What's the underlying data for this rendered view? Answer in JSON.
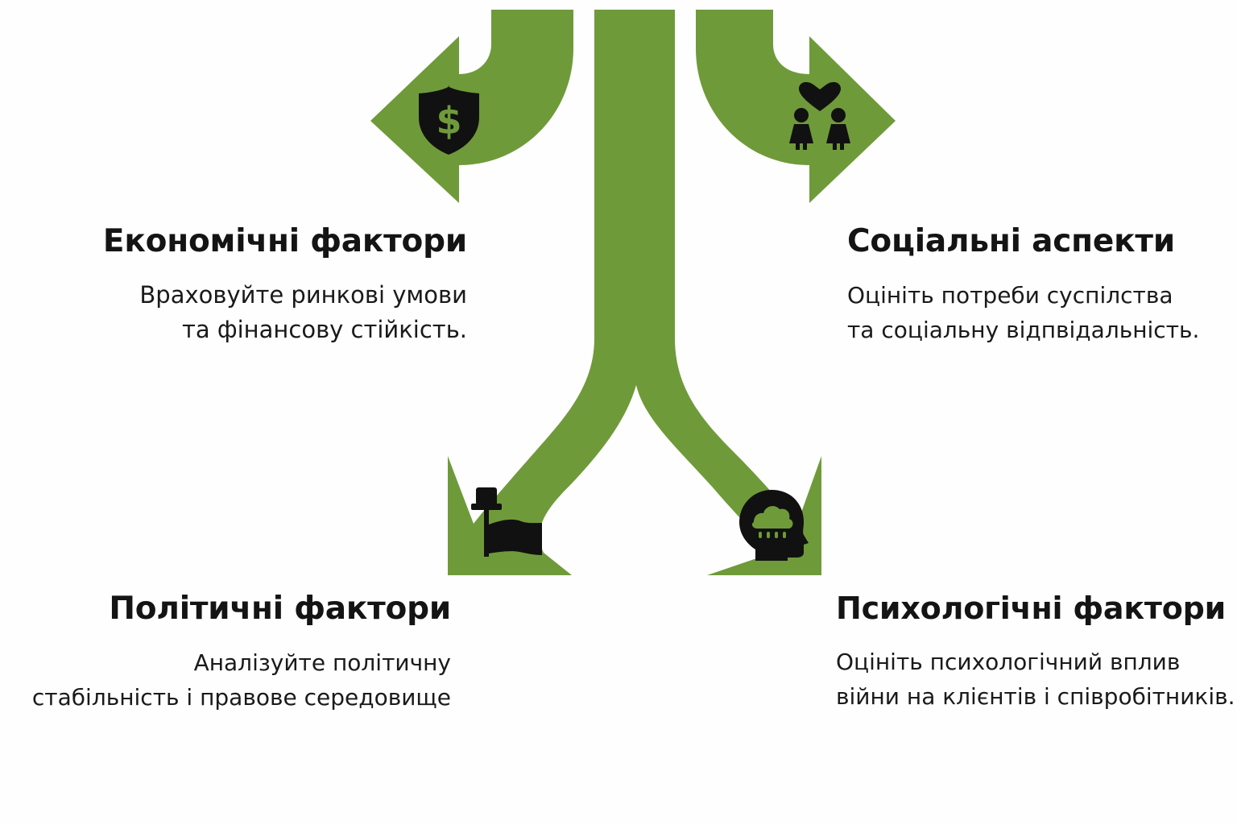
{
  "colors": {
    "arrow": "#6f9a3a",
    "icon": "#111111",
    "text": "#141414",
    "background": "#fefefe"
  },
  "branches": [
    {
      "id": "economic",
      "title": "Економічні фактори",
      "lines": [
        "Враховуйте ринкові умови",
        "та фінансову стійкість."
      ],
      "icon": "shield-dollar-icon"
    },
    {
      "id": "social",
      "title": "Соціальні аспекти",
      "lines": [
        "Оцініть потреби суспілства",
        "та соціальну відпвідальність."
      ],
      "icon": "people-heart-icon"
    },
    {
      "id": "political",
      "title": "Політичні фактори",
      "lines": [
        "Аналізуйте політичну",
        "стабільність і правове середовище"
      ],
      "icon": "top-hat-flag-icon"
    },
    {
      "id": "psychological",
      "title": "Психологічні фактори",
      "lines": [
        "Оцініть психологічний вплив",
        "війни на клієнтів і співробітників."
      ],
      "icon": "head-raincloud-icon"
    }
  ]
}
